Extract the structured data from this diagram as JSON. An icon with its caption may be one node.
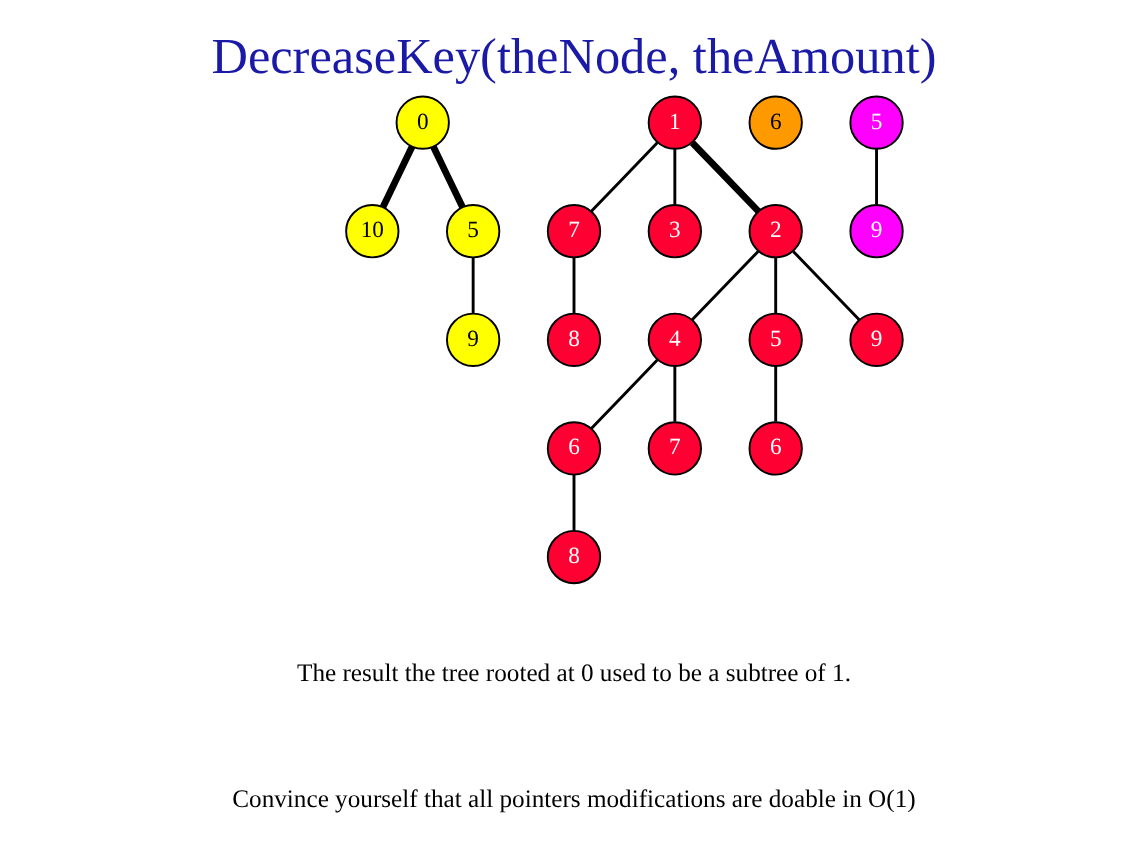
{
  "diagram": {
    "title": "DecreaseKey(theNode, theAmount)",
    "nodes": [
      {
        "text": [
          "0"
        ]
      },
      {
        "text": [
          "1"
        ]
      },
      {
        "text": [
          "6"
        ]
      },
      {
        "text": [
          "5"
        ]
      },
      {
        "text": [
          "10"
        ]
      },
      {
        "text": [
          "5"
        ]
      },
      {
        "text": [
          "7"
        ]
      },
      {
        "text": [
          "3"
        ]
      },
      {
        "text": [
          "9"
        ]
      },
      {
        "text": [
          "2"
        ]
      },
      {
        "text": [
          "9"
        ]
      },
      {
        "text": [
          "4"
        ]
      },
      {
        "text": [
          "5"
        ]
      },
      {
        "text": [
          "9"
        ]
      },
      {
        "text": [
          "8"
        ]
      },
      {
        "text": [
          "6"
        ]
      },
      {
        "text": [
          "7"
        ]
      },
      {
        "text": [
          "6"
        ]
      },
      {
        "text": [
          "8"
        ]
      }
    ],
    "edges": [
      {
        "from": 0,
        "to": 4,
        "arrow": "none",
        "style": "thick"
      },
      {
        "from": 0,
        "to": 5,
        "arrow": "none",
        "style": "thick"
      },
      {
        "from": 5,
        "to": 10,
        "arrow": "none"
      },
      {
        "from": 1,
        "to": 9,
        "arrow": "none",
        "style": "thick"
      },
      {
        "from": 1,
        "to": 6,
        "arrow": "none"
      },
      {
        "from": 1,
        "to": 7,
        "arrow": "none"
      },
      {
        "from": 6,
        "to": 14,
        "arrow": "none"
      },
      {
        "from": 3,
        "to": 8,
        "arrow": "none"
      },
      {
        "from": 9,
        "to": 11,
        "arrow": "none"
      },
      {
        "from": 9,
        "to": 12,
        "arrow": "none"
      },
      {
        "from": 9,
        "to": 13,
        "arrow": "none"
      },
      {
        "from": 11,
        "to": 15,
        "arrow": "none"
      },
      {
        "from": 11,
        "to": 16,
        "arrow": "none"
      },
      {
        "from": 12,
        "to": 17,
        "arrow": "none"
      },
      {
        "from": 15,
        "to": 18,
        "arrow": "none"
      }
    ],
    "labels": [
      "The result the tree rooted at 0 used to be a subtree of 1.",
      "Convince yourself that all pointers modifications are doable in O(1)"
    ]
  }
}
